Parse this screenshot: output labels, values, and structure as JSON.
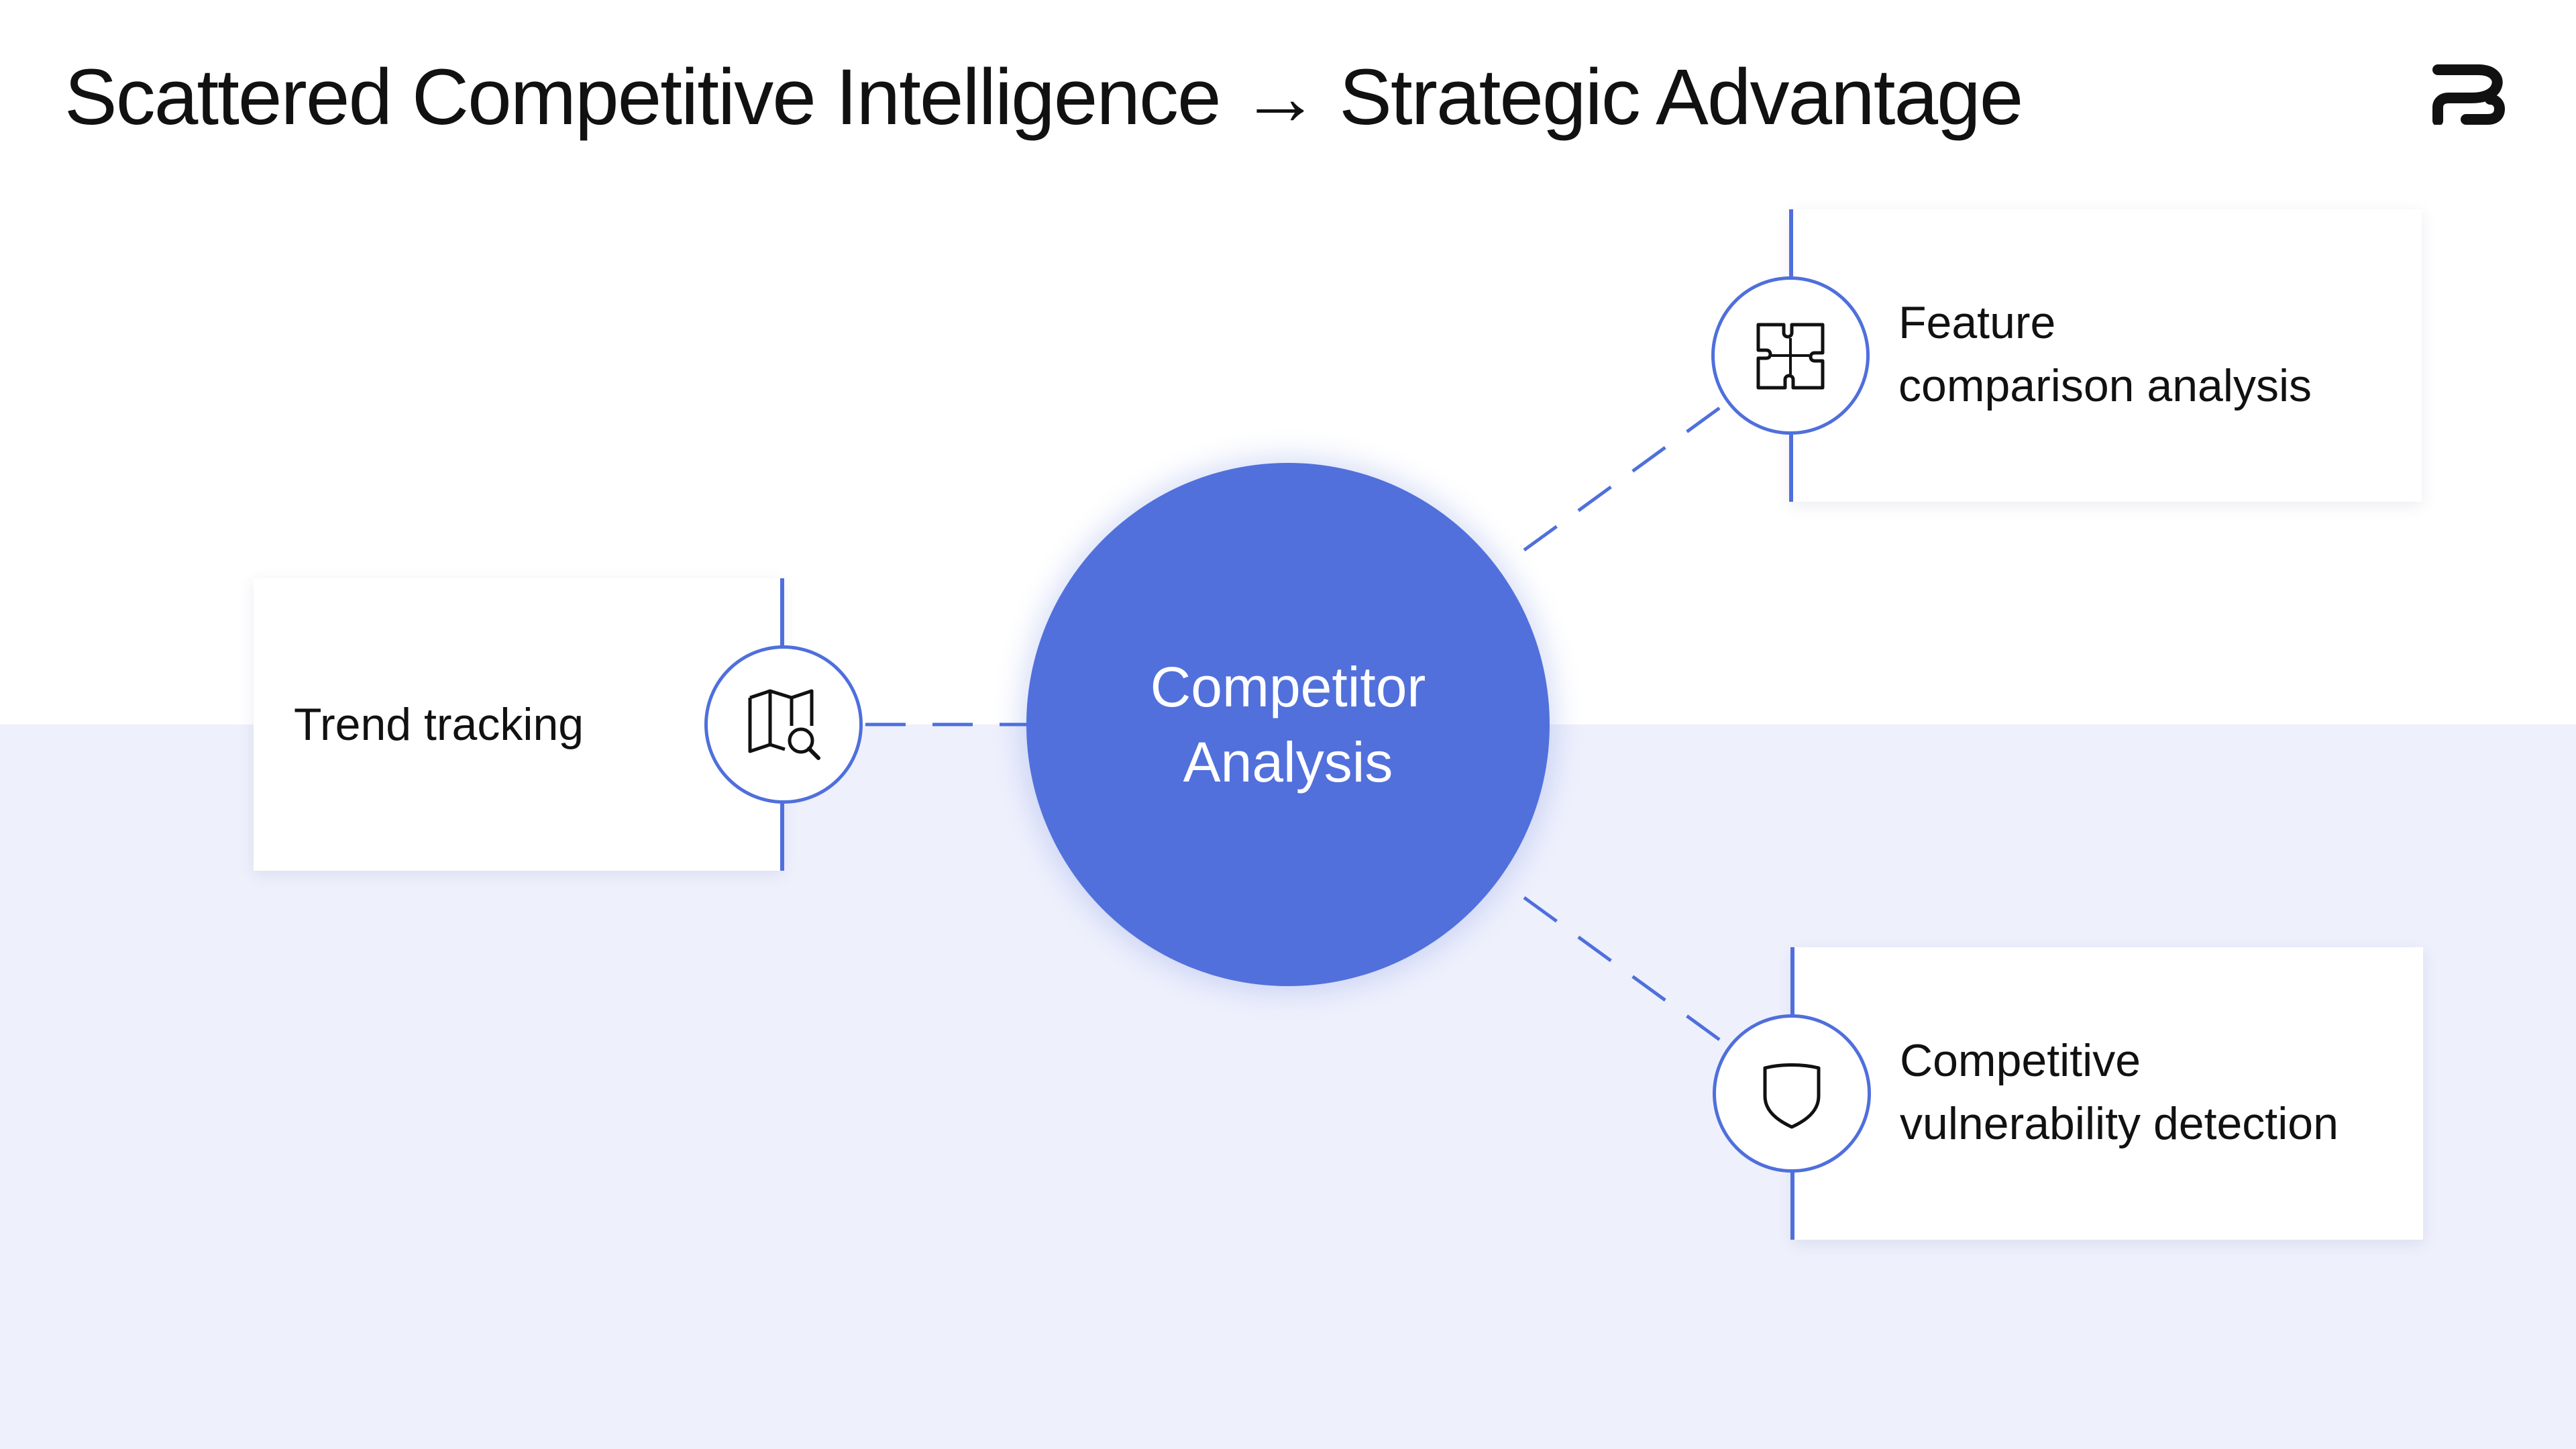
{
  "slide": {
    "title": "Scattered Competitive Intelligence → Strategic Advantage",
    "logo": "brand-logo"
  },
  "colors": {
    "accent": "#5170dc",
    "accent_line": "#4f6fdc",
    "band": "#eef0fc",
    "text": "#111111",
    "card": "#ffffff"
  },
  "diagram": {
    "center": {
      "label": "Competitor\nAnalysis"
    },
    "nodes": [
      {
        "id": "trend",
        "label": "Trend tracking",
        "icon": "map-search-icon"
      },
      {
        "id": "feature",
        "label": "Feature\ncomparison analysis",
        "icon": "puzzle-icon"
      },
      {
        "id": "vulnerability",
        "label": "Competitive\nvulnerability detection",
        "icon": "shield-icon"
      }
    ]
  }
}
